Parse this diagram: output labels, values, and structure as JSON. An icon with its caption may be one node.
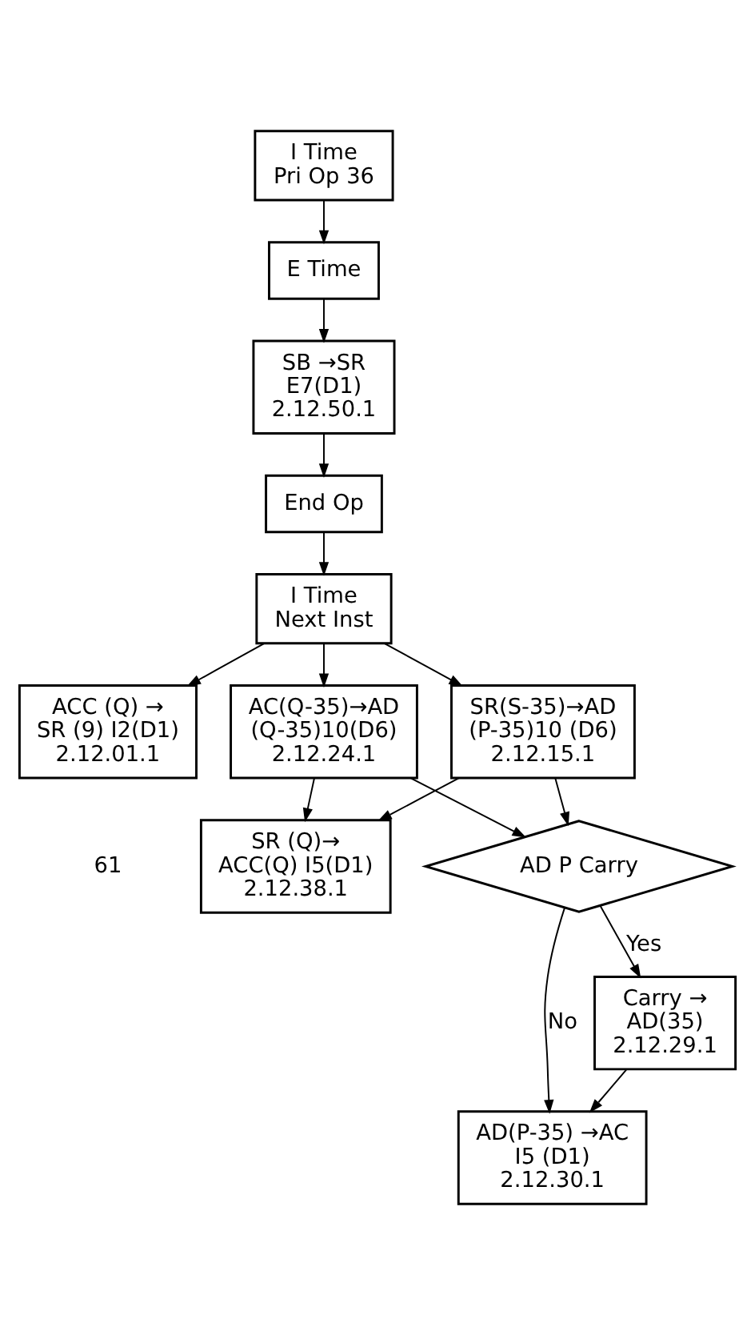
{
  "diagram": {
    "nodes": [
      {
        "text": [
          "I Time",
          "Pri Op 36"
        ]
      },
      {
        "text": [
          "E Time"
        ]
      },
      {
        "text": [
          "SB →SR",
          "E7(D1)",
          "2.12.50.1"
        ]
      },
      {
        "text": [
          "End Op"
        ]
      },
      {
        "text": [
          "I Time",
          "Next Inst"
        ]
      },
      {
        "text": [
          "ACC (Q) →",
          "SR (9) I2(D1)",
          "2.12.01.1"
        ]
      },
      {
        "text": [
          "SR(S-35)→AD",
          "(P-35)10 (D6)",
          "2.12.15.1"
        ]
      },
      {
        "text": [
          "AC(Q-35)→AD",
          "(Q-35)10(D6)",
          "2.12.24.1"
        ]
      },
      {
        "text": [
          "AD P Carry"
        ]
      },
      {
        "text": [
          "Carry →",
          "AD(35)",
          "2.12.29.1"
        ]
      },
      {
        "text": [
          "SR (Q)→",
          "ACC(Q) I5(D1)",
          "2.12.38.1"
        ]
      },
      {
        "text": [
          "AD(P-35) →AC",
          "I5 (D1)",
          "2.12.30.1"
        ]
      }
    ],
    "edges": [
      {
        "from": 0,
        "to": 1,
        "arrow": "to"
      },
      {
        "from": 1,
        "to": 2,
        "arrow": "to"
      },
      {
        "from": 2,
        "to": 3,
        "arrow": "to"
      },
      {
        "from": 3,
        "to": 4,
        "arrow": "to"
      },
      {
        "from": 4,
        "to": 5,
        "arrow": "to"
      },
      {
        "from": 4,
        "to": 6,
        "arrow": "to"
      },
      {
        "from": 4,
        "to": 7,
        "arrow": "to"
      },
      {
        "from": 6,
        "to": 8,
        "arrow": "to"
      },
      {
        "from": 7,
        "to": 8,
        "arrow": "to"
      },
      {
        "from": 6,
        "to": 10,
        "arrow": "to"
      },
      {
        "from": 7,
        "to": 10,
        "arrow": "to"
      },
      {
        "from": 8,
        "to": 9,
        "arrow": "to",
        "label": "Yes"
      },
      {
        "from": 8,
        "to": 11,
        "arrow": "to",
        "label": "No"
      },
      {
        "from": 9,
        "to": 11,
        "arrow": "to"
      }
    ],
    "labels": [
      "61"
    ]
  }
}
